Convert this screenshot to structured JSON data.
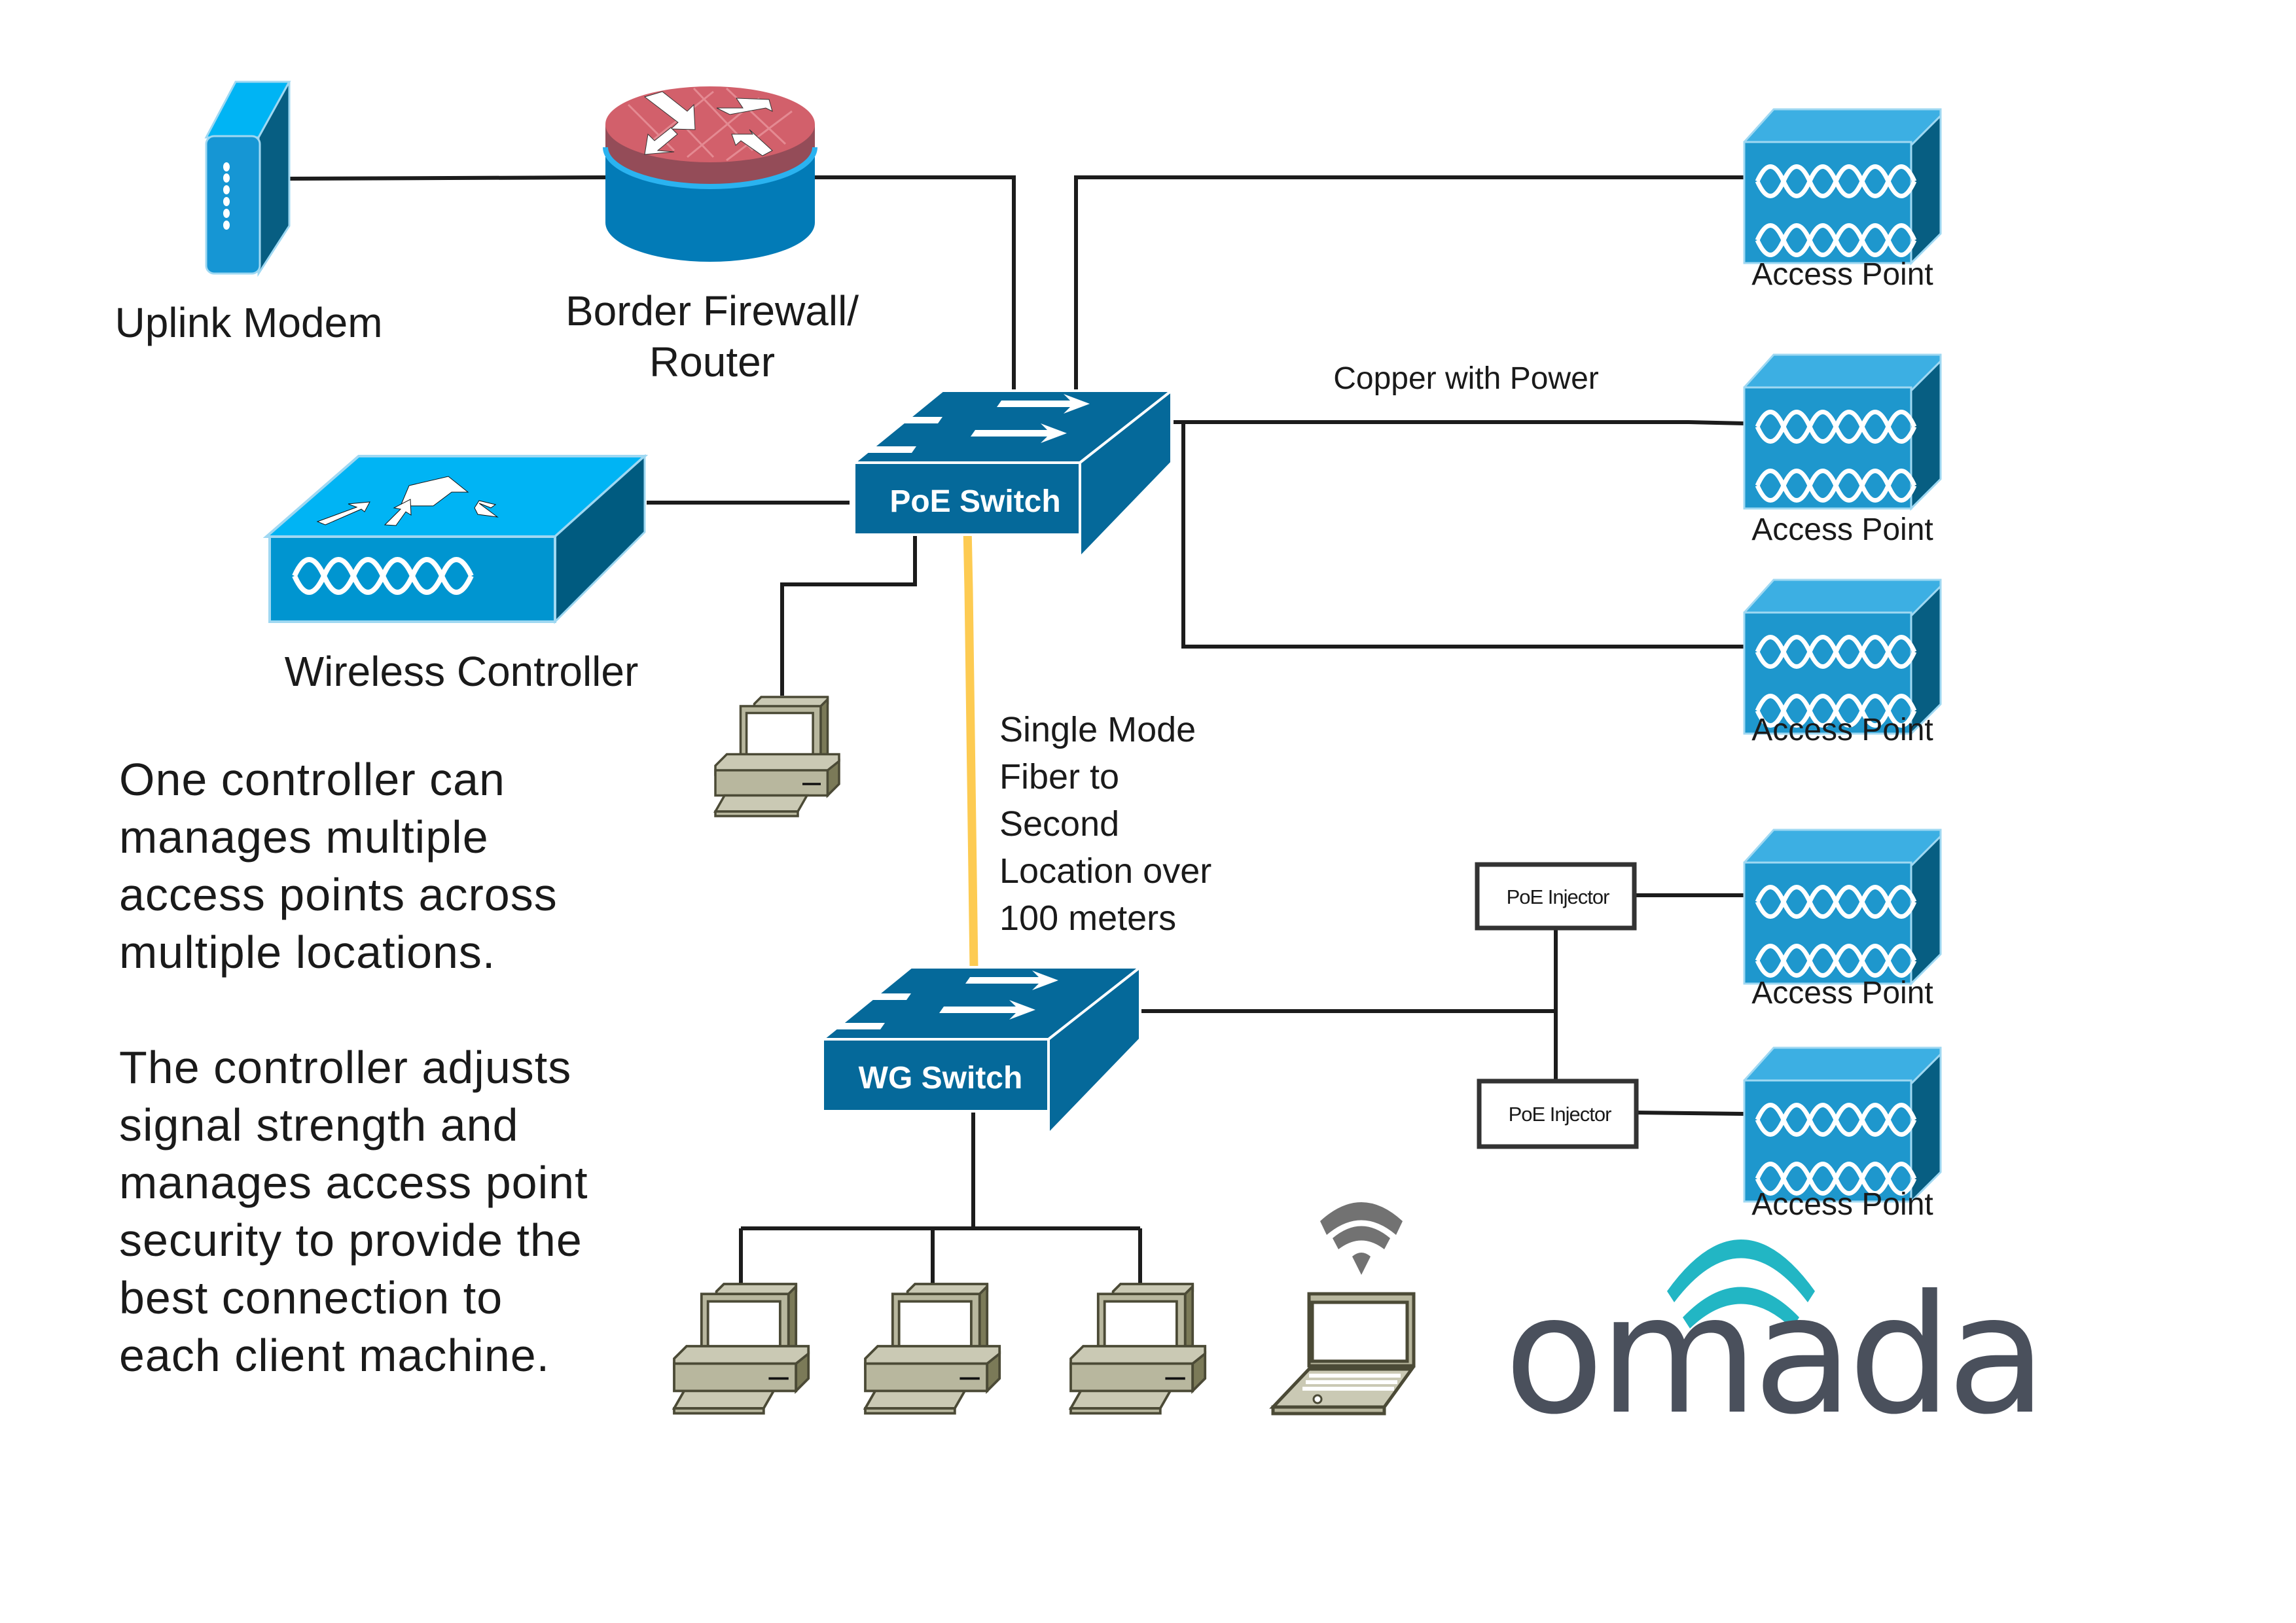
{
  "diagram": {
    "nodes": {
      "uplink_modem": {
        "label": "Uplink Modem",
        "icon": "modem-icon"
      },
      "border_router": {
        "label_line1": "Border Firewall/",
        "label_line2": "Router",
        "icon": "firewall-router-icon"
      },
      "poe_switch": {
        "label": "PoE Switch",
        "icon": "switch-icon"
      },
      "wireless_controller": {
        "label": "Wireless Controller",
        "icon": "wireless-controller-icon"
      },
      "wg_switch": {
        "label": "WG Switch",
        "icon": "switch-icon"
      },
      "access_points": [
        {
          "label": "Access Point",
          "icon": "access-point-icon"
        },
        {
          "label": "Access Point",
          "icon": "access-point-icon"
        },
        {
          "label": "Access Point",
          "icon": "access-point-icon"
        },
        {
          "label": "Access Point",
          "icon": "access-point-icon"
        },
        {
          "label": "Access Point",
          "icon": "access-point-icon"
        }
      ],
      "poe_injectors": [
        {
          "label": "PoE Injector"
        },
        {
          "label": "PoE Injector"
        }
      ],
      "workstations": [
        {
          "icon": "workstation-icon",
          "location": "primary"
        },
        {
          "icon": "workstation-icon",
          "location": "second"
        },
        {
          "icon": "workstation-icon",
          "location": "second"
        },
        {
          "icon": "workstation-icon",
          "location": "second"
        }
      ],
      "laptop": {
        "icon": "laptop-icon",
        "wireless": true
      }
    },
    "link_labels": {
      "copper": "Copper with Power",
      "fiber_line1": "Single Mode",
      "fiber_line2": "Fiber to",
      "fiber_line3": "Second",
      "fiber_line4": "Location over",
      "fiber_line5": "100 meters"
    },
    "notes": {
      "paragraph1": [
        "One controller can",
        "manages multiple",
        "access points across",
        "multiple locations."
      ],
      "paragraph2": [
        "The controller adjusts",
        "signal strength and",
        "manages access point",
        "security to provide the",
        "best connection to",
        "each client machine."
      ]
    },
    "brand": {
      "logo_text": "omada",
      "text_color": "#4a505c",
      "signal_color": "#22b6c4"
    },
    "colors": {
      "switch_blue": "#05699a",
      "device_blue": "#1e97cd",
      "device_light": "#3cafe3",
      "device_dark": "#075e82",
      "fiber_yellow": "#fdcb52",
      "router_red": "#d2606b",
      "pc_beige": "#b8b79e"
    }
  }
}
